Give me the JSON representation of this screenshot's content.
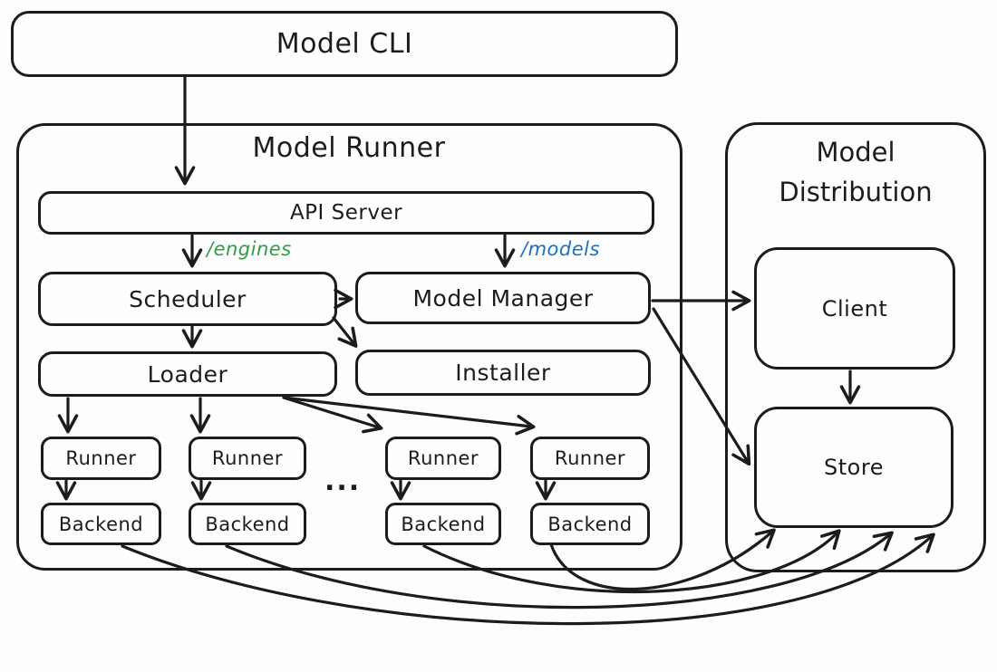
{
  "diagram": {
    "model_cli": {
      "label": "Model CLI"
    },
    "model_runner": {
      "title": "Model Runner",
      "api_server": "API Server",
      "routes": {
        "engines": "/engines",
        "models": "/models"
      },
      "scheduler": "Scheduler",
      "model_manager": "Model Manager",
      "loader": "Loader",
      "installer": "Installer",
      "ellipsis": "...",
      "runners": [
        "Runner",
        "Runner",
        "Runner",
        "Runner"
      ],
      "backends": [
        "Backend",
        "Backend",
        "Backend",
        "Backend"
      ]
    },
    "model_distribution": {
      "title_line1": "Model",
      "title_line2": "Distribution",
      "client": "Client",
      "store": "Store"
    },
    "colors": {
      "ink": "#1c1c1c",
      "engines_label": "#2f9e44",
      "models_label": "#1971c2",
      "background": "#fdfdfd"
    }
  }
}
